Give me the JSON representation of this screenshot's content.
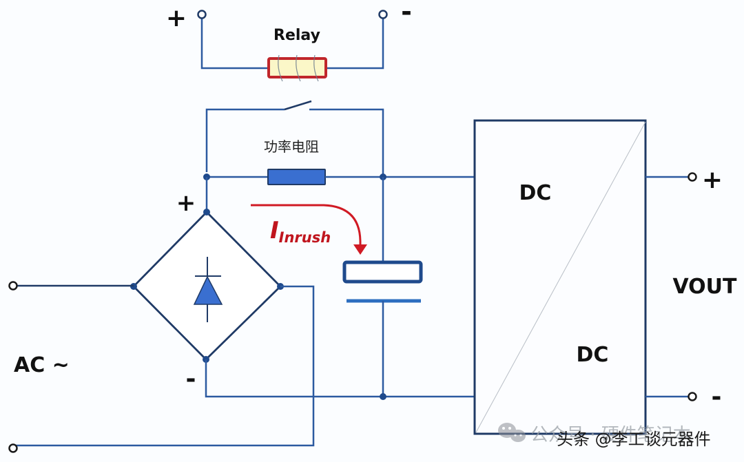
{
  "diagram": {
    "type": "circuit-schematic",
    "colors": {
      "wire": "#2c5aa0",
      "wire_dark": "#1f3a66",
      "component_fill": "#3a6fd0",
      "relay_border": "#c0262b",
      "relay_fill": "#fbf7c8",
      "arrow": "#d01a24",
      "text": "#111111"
    },
    "labels": {
      "relay": "Relay",
      "relay_plus": "+",
      "relay_minus": "-",
      "power_resistor": "功率电阻",
      "bridge_plus": "+",
      "bridge_minus": "-",
      "inrush_main": "I",
      "inrush_sub": "Inrush",
      "ac_input": "AC ~",
      "dc_in": "DC",
      "dc_out": "DC",
      "vout": "VOUT",
      "vout_plus": "+",
      "vout_minus": "-"
    },
    "components": [
      {
        "id": "relay-coil",
        "type": "relay coil",
        "label": "Relay"
      },
      {
        "id": "relay-switch",
        "type": "normally-open switch"
      },
      {
        "id": "power-resistor",
        "type": "resistor",
        "label": "功率电阻"
      },
      {
        "id": "bridge-rectifier",
        "type": "diode bridge"
      },
      {
        "id": "bulk-capacitor",
        "type": "polarized capacitor"
      },
      {
        "id": "dc-dc-converter",
        "type": "DC/DC converter block",
        "label": "DC / DC"
      }
    ],
    "watermarks": {
      "line1": "公众号 · 硬件笔记本",
      "line2": "头条 @李工谈元器件"
    }
  }
}
